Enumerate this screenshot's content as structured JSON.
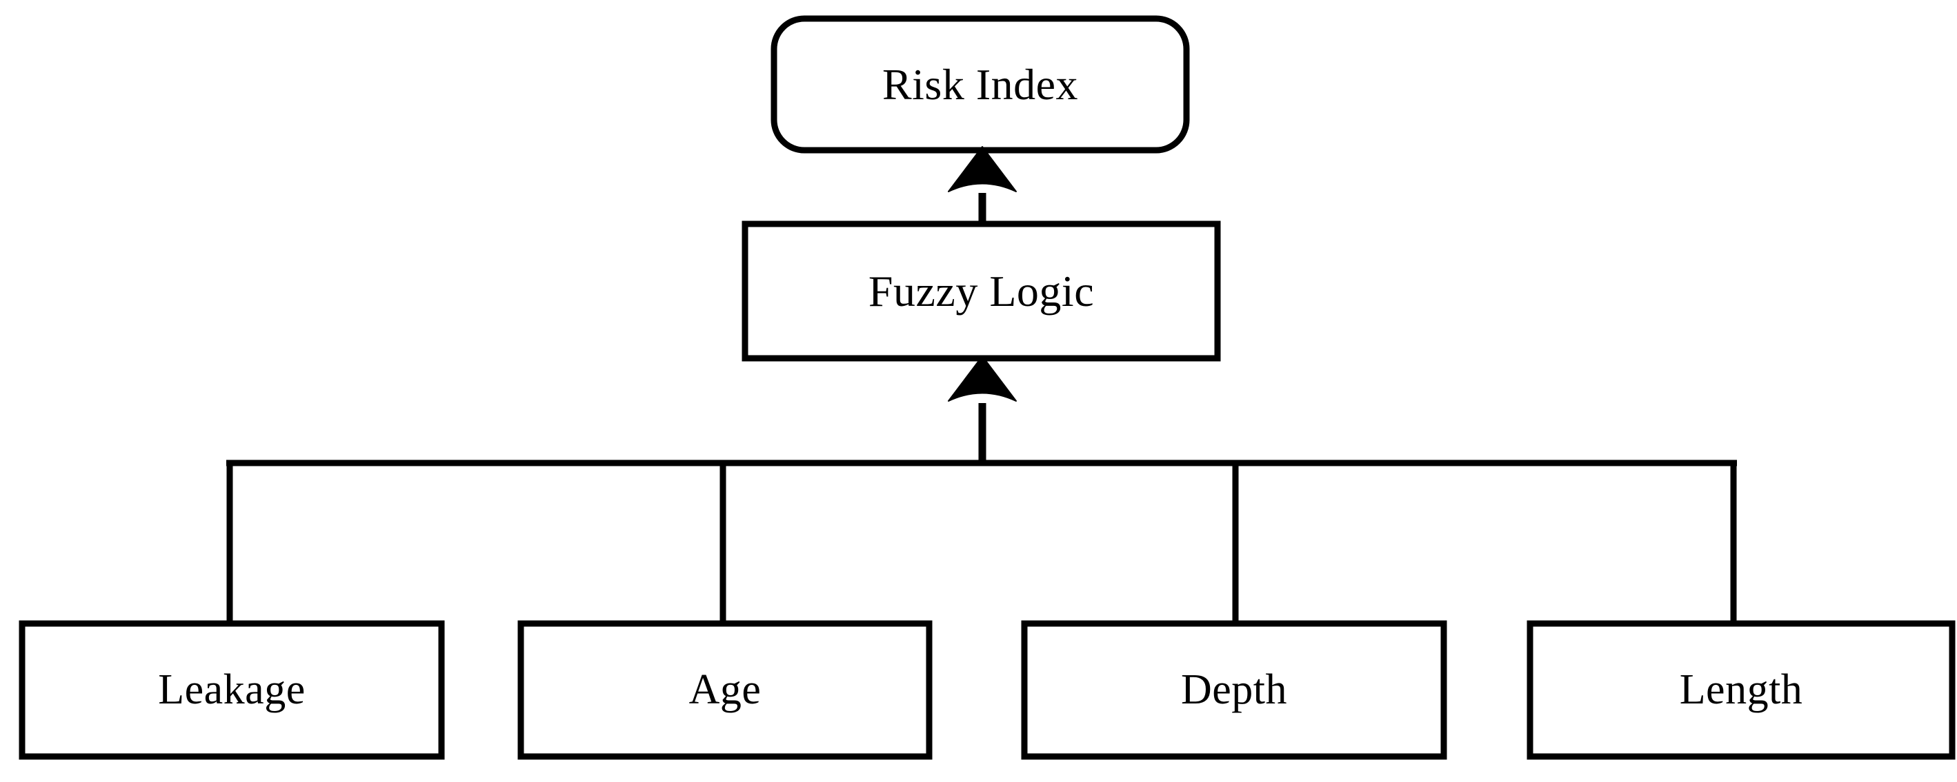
{
  "diagram": {
    "type": "flowchart",
    "orientation": "bottom-up",
    "background_color": "#ffffff",
    "stroke_color": "#000000",
    "fill_color": "#ffffff",
    "nodes": {
      "output": {
        "label": "Risk Index",
        "shape": "rounded-rectangle",
        "level": "output"
      },
      "processor": {
        "label": "Fuzzy Logic",
        "shape": "rectangle",
        "level": "process"
      },
      "inputs": [
        {
          "label": "Leakage",
          "shape": "rectangle",
          "level": "input"
        },
        {
          "label": "Age",
          "shape": "rectangle",
          "level": "input"
        },
        {
          "label": "Depth",
          "shape": "rectangle",
          "level": "input"
        },
        {
          "label": "Length",
          "shape": "rectangle",
          "level": "input"
        }
      ]
    },
    "connectors": {
      "input_bus_to_processor": {
        "style": "arrow",
        "direction": "up"
      },
      "processor_to_output": {
        "style": "arrow",
        "direction": "up"
      },
      "input_bus": {
        "style": "line",
        "direction": "horizontal"
      }
    }
  }
}
